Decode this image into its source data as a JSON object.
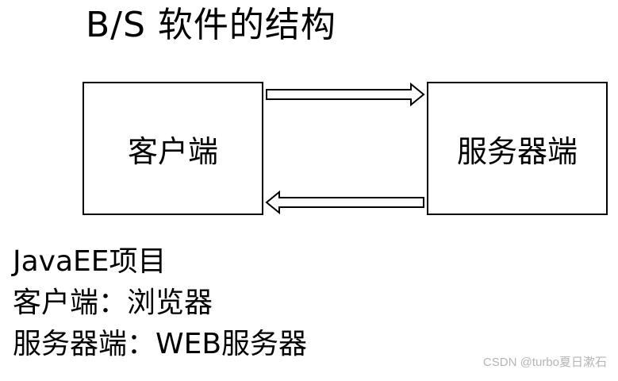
{
  "title": "B/S 软件的结构",
  "diagram": {
    "client_label": "客户端",
    "server_label": "服务器端"
  },
  "notes": [
    "JavaEE项目",
    "客户端：浏览器",
    "服务器端：WEB服务器"
  ],
  "watermark": "CSDN @turbo夏日漱石"
}
